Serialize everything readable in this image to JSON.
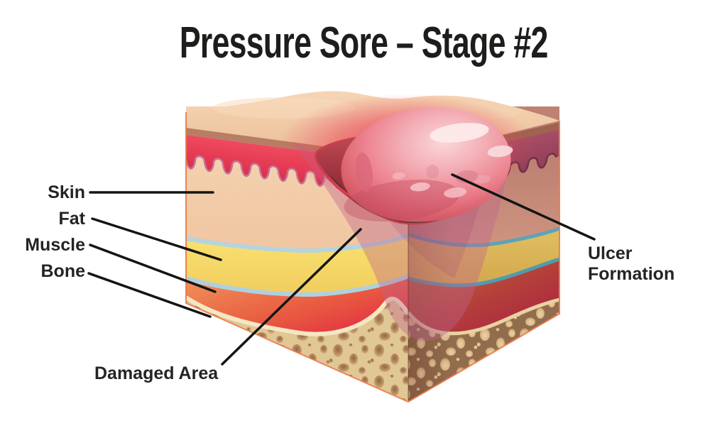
{
  "title": "Pressure Sore – Stage #2",
  "labels": {
    "skin": "Skin",
    "fat": "Fat",
    "muscle": "Muscle",
    "bone": "Bone",
    "damaged_area": "Damaged Area",
    "ulcer_formation": "Ulcer\nFormation"
  },
  "diagram": {
    "type": "anatomical cross-section illustration",
    "subject": "Stage 2 pressure sore (decubitus ulcer) shown on a 3D block of tissue",
    "layers": [
      {
        "name": "Skin",
        "color": "#F2CCA9"
      },
      {
        "name": "Fat",
        "color": "#F7E06C"
      },
      {
        "name": "Muscle",
        "color": "#E2582F"
      },
      {
        "name": "Bone",
        "color": "#DFC795"
      }
    ],
    "features": [
      {
        "name": "Ulcer Formation",
        "color": "#F2A5AE"
      },
      {
        "name": "Damaged Area",
        "color": "#DA9FA4"
      }
    ]
  },
  "colors": {
    "background": "#FFFFFF",
    "title_text": "#1D1D1B",
    "label_text": "#242424",
    "leader_line": "#141414"
  }
}
